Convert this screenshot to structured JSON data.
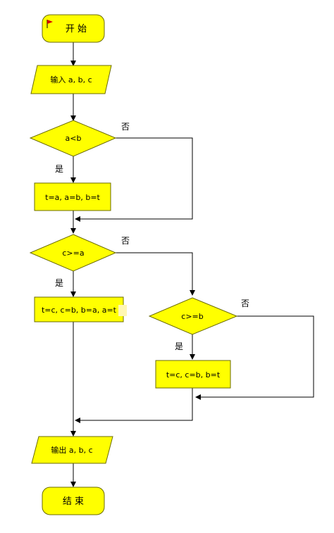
{
  "flowchart": {
    "start": {
      "label": "开 始"
    },
    "input": {
      "label": "输入  a, b, c"
    },
    "decision1": {
      "label": "a<b",
      "yes_label": "是",
      "no_label": "否"
    },
    "process1": {
      "label": "t=a, a=b, b=t"
    },
    "decision2": {
      "label": "c>=a",
      "yes_label": "是",
      "no_label": "否"
    },
    "process2": {
      "label": "t=c, c=b, b=a, a=t"
    },
    "decision3": {
      "label": "c>=b",
      "yes_label": "是",
      "no_label": "否"
    },
    "process3": {
      "label": "t=c, c=b, b=t"
    },
    "output": {
      "label": "输出  a, b, c"
    },
    "end": {
      "label": "结 束"
    }
  },
  "colors": {
    "fill": "#ffff00",
    "stroke": "#6b6b00",
    "line": "#000000",
    "flag": "#d40000"
  },
  "icons": {
    "start_flag": "red-flag-icon"
  }
}
